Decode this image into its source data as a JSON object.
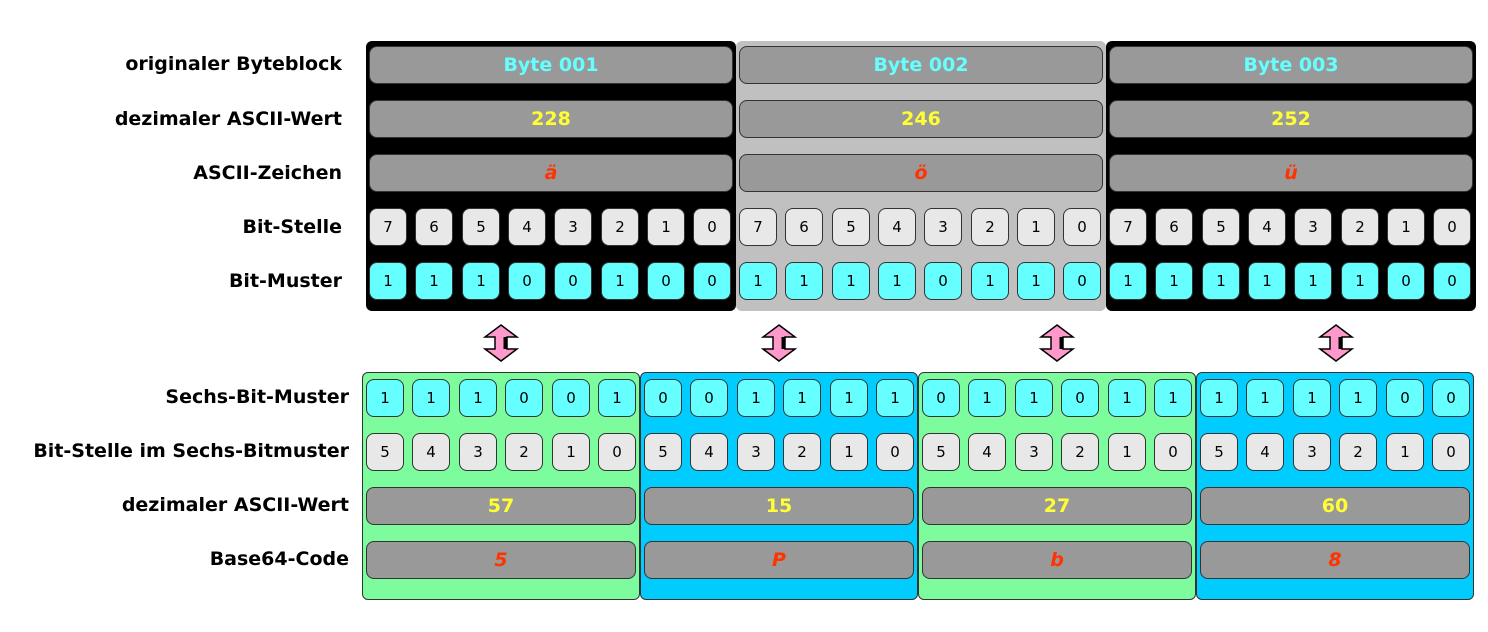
{
  "labels": {
    "top": [
      "originaler Byteblock",
      "dezimaler ASCII-Wert",
      "ASCII-Zeichen",
      "Bit-Stelle",
      "Bit-Muster"
    ],
    "bottom": [
      "Sechs-Bit-Muster",
      "Bit-Stelle im Sechs-Bitmuster",
      "dezimaler ASCII-Wert",
      "Base64-Code"
    ]
  },
  "bytes": [
    {
      "name": "Byte 001",
      "decimal": "228",
      "char": "ä",
      "positions": [
        "7",
        "6",
        "5",
        "4",
        "3",
        "2",
        "1",
        "0"
      ],
      "bits": [
        "1",
        "1",
        "1",
        "0",
        "0",
        "1",
        "0",
        "0"
      ],
      "panel_color": "#000000"
    },
    {
      "name": "Byte 002",
      "decimal": "246",
      "char": "ö",
      "positions": [
        "7",
        "6",
        "5",
        "4",
        "3",
        "2",
        "1",
        "0"
      ],
      "bits": [
        "1",
        "1",
        "1",
        "1",
        "0",
        "1",
        "1",
        "0"
      ],
      "panel_color": "#c0c0c0"
    },
    {
      "name": "Byte 003",
      "decimal": "252",
      "char": "ü",
      "positions": [
        "7",
        "6",
        "5",
        "4",
        "3",
        "2",
        "1",
        "0"
      ],
      "bits": [
        "1",
        "1",
        "1",
        "1",
        "1",
        "1",
        "0",
        "0"
      ],
      "panel_color": "#000000"
    }
  ],
  "groups": [
    {
      "bits": [
        "1",
        "1",
        "1",
        "0",
        "0",
        "1"
      ],
      "positions": [
        "5",
        "4",
        "3",
        "2",
        "1",
        "0"
      ],
      "decimal": "57",
      "code": "5",
      "panel_color": "#7cfc9c"
    },
    {
      "bits": [
        "0",
        "0",
        "1",
        "1",
        "1",
        "1"
      ],
      "positions": [
        "5",
        "4",
        "3",
        "2",
        "1",
        "0"
      ],
      "decimal": "15",
      "code": "P",
      "panel_color": "#00ccff"
    },
    {
      "bits": [
        "0",
        "1",
        "1",
        "0",
        "1",
        "1"
      ],
      "positions": [
        "5",
        "4",
        "3",
        "2",
        "1",
        "0"
      ],
      "decimal": "27",
      "code": "b",
      "panel_color": "#7cfc9c"
    },
    {
      "bits": [
        "1",
        "1",
        "1",
        "1",
        "0",
        "0"
      ],
      "positions": [
        "5",
        "4",
        "3",
        "2",
        "1",
        "0"
      ],
      "decimal": "60",
      "code": "8",
      "panel_color": "#00ccff"
    }
  ],
  "colors": {
    "cell_grey": "#e8e8e8",
    "cell_cyan": "#66ffff",
    "bar": "#999999",
    "name_text": "#66ffff",
    "decimal_text": "#ffff33",
    "char_text": "#ff3300",
    "arrow_fill": "#ff99cc"
  },
  "icons": {
    "transfer": "double-arrow-icon"
  }
}
